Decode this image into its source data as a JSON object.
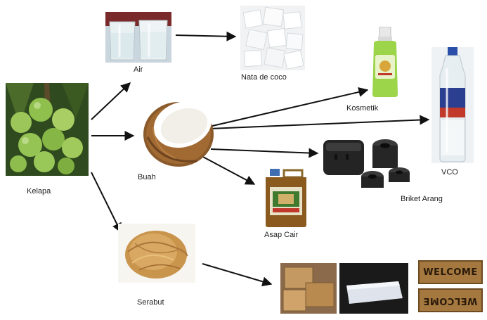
{
  "nodes": {
    "kelapa": {
      "label": "Kelapa",
      "icon": "coconut-tree-cluster"
    },
    "air": {
      "label": "Air",
      "icon": "coconut-water-cups"
    },
    "buah": {
      "label": "Buah",
      "icon": "split-coconut"
    },
    "serabut": {
      "label": "Serabut",
      "icon": "coconut-fiber"
    },
    "nata": {
      "label": "Nata de coco",
      "icon": "nata-de-coco-cubes"
    },
    "kosmetik": {
      "label": "Kosmetik",
      "icon": "cosmetic-bottle"
    },
    "vco": {
      "label": "VCO",
      "icon": "oil-bottle"
    },
    "briket": {
      "label": "Briket Arang",
      "icon": "charcoal-briquettes"
    },
    "asap": {
      "label": "Asap Cair",
      "icon": "liquid-smoke-jerrycan"
    },
    "fiber_products": {
      "icon": "coir-products"
    },
    "doormats": {
      "lines": [
        "WELCOME",
        "WELCOME"
      ],
      "icon": "coir-doormats"
    }
  },
  "colors": {
    "arrow": "#111111",
    "green": "#6a9a3a",
    "coconut_brown": "#8a5a2b",
    "doormat": "#a5783f"
  }
}
